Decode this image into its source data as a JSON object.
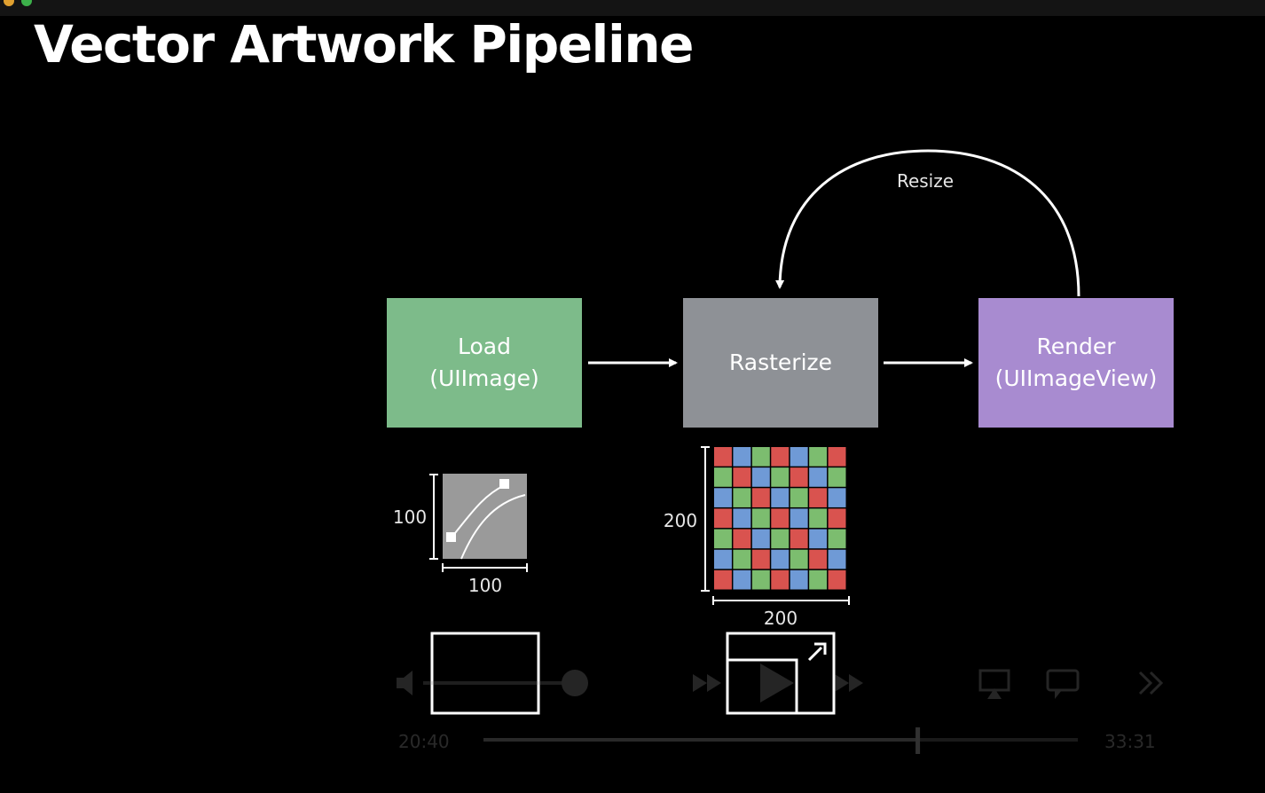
{
  "slide": {
    "title": "Vector Artwork Pipeline"
  },
  "pipeline": {
    "load": {
      "line1": "Load",
      "line2": "(UIImage)",
      "color": "#7dbb8a"
    },
    "rasterize": {
      "label": "Rasterize",
      "color": "#8e9196"
    },
    "render": {
      "line1": "Render",
      "line2": "(UIImageView)",
      "color": "#a88bd0"
    },
    "loop_label": "Resize"
  },
  "vector_thumb": {
    "height_label": "100",
    "width_label": "100"
  },
  "raster_thumb": {
    "height_label": "200",
    "width_label": "200",
    "pixel_colors": [
      "#d9534f",
      "#7cbd6f",
      "#6f9ad6"
    ]
  },
  "player": {
    "elapsed": "20:40",
    "remaining": "33:31",
    "progress": 0.73,
    "volume": 0.95,
    "icons": [
      "volume-icon",
      "rewind-icon",
      "play-icon",
      "fast-forward-icon",
      "airplay-icon",
      "subtitles-icon",
      "fullscreen-icon"
    ]
  }
}
